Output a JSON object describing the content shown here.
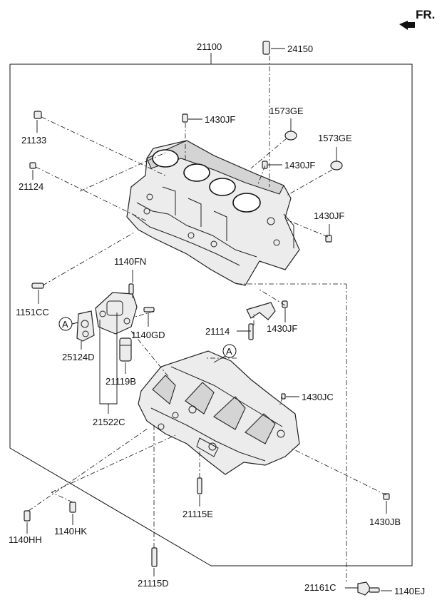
{
  "orientation": {
    "label": "FR."
  },
  "assembly": {
    "number": "21100"
  },
  "callouts": {
    "ref_a_left": "A",
    "ref_a_right": "A"
  },
  "parts": [
    {
      "id": "24150",
      "label": "24150"
    },
    {
      "id": "1430JF-top",
      "label": "1430JF"
    },
    {
      "id": "1573GE-left",
      "label": "1573GE"
    },
    {
      "id": "1573GE-right",
      "label": "1573GE"
    },
    {
      "id": "21133",
      "label": "21133"
    },
    {
      "id": "1430JF-mid",
      "label": "1430JF"
    },
    {
      "id": "21124",
      "label": "21124"
    },
    {
      "id": "1430JF-right",
      "label": "1430JF"
    },
    {
      "id": "1140FN",
      "label": "1140FN"
    },
    {
      "id": "1151CC",
      "label": "1151CC"
    },
    {
      "id": "1140GD",
      "label": "1140GD"
    },
    {
      "id": "21114",
      "label": "21114"
    },
    {
      "id": "1430JF-cap",
      "label": "1430JF"
    },
    {
      "id": "25124D",
      "label": "25124D"
    },
    {
      "id": "21119B",
      "label": "21119B"
    },
    {
      "id": "1430JC",
      "label": "1430JC"
    },
    {
      "id": "21522C",
      "label": "21522C"
    },
    {
      "id": "21115E",
      "label": "21115E"
    },
    {
      "id": "1430JB",
      "label": "1430JB"
    },
    {
      "id": "1140HH",
      "label": "1140HH"
    },
    {
      "id": "1140HK",
      "label": "1140HK"
    },
    {
      "id": "21115D",
      "label": "21115D"
    },
    {
      "id": "21161C",
      "label": "21161C"
    },
    {
      "id": "1140EJ",
      "label": "1140EJ"
    }
  ]
}
